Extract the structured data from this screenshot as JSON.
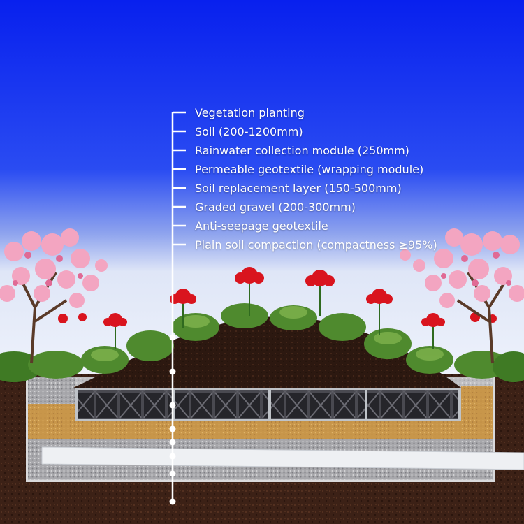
{
  "title": "Rain garden / bioretention layered structure",
  "layers": [
    {
      "label": "Vegetation planting",
      "marker_dot": false
    },
    {
      "label": "Soil (200-1200mm)",
      "marker_dot": true
    },
    {
      "label": "Rainwater collection module (250mm)",
      "marker_dot": true
    },
    {
      "label": "Permeable geotextile (wrapping module)",
      "marker_dot": true
    },
    {
      "label": "Soil replacement layer (150-500mm)",
      "marker_dot": true
    },
    {
      "label": "Graded gravel (200-300mm)",
      "marker_dot": true
    },
    {
      "label": "Anti-seepage geotextile",
      "marker_dot": true
    },
    {
      "label": "Plain soil compaction (compactness ≥95%)",
      "marker_dot": true
    }
  ],
  "colors": {
    "sky_top": "#0a22f0",
    "sky_bottom": "#dfe6f7",
    "soil_dark": "#3a1f14",
    "gravel_fill": "#c9a35c",
    "module": "#2a2a2e",
    "leader_line": "#ffffff"
  }
}
